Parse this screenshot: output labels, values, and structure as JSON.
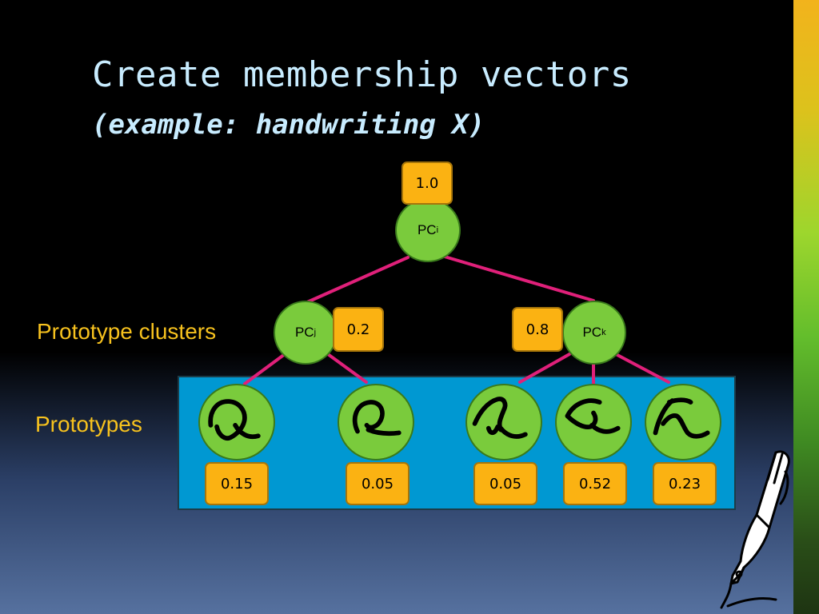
{
  "slide": {
    "title": "Create membership vectors",
    "subtitle": "(example: handwriting X)"
  },
  "labels": {
    "prototype_clusters": "Prototype clusters",
    "prototypes": "Prototypes"
  },
  "tree": {
    "root": {
      "label": "PC",
      "subscript": "i",
      "weight": "1.0"
    },
    "clusters": [
      {
        "label": "PC",
        "subscript": "j",
        "weight": "0.2"
      },
      {
        "label": "PC",
        "subscript": "k",
        "weight": "0.8"
      }
    ],
    "prototypes": [
      {
        "weight": "0.15",
        "cluster": "j"
      },
      {
        "weight": "0.05",
        "cluster": "j"
      },
      {
        "weight": "0.05",
        "cluster": "k"
      },
      {
        "weight": "0.52",
        "cluster": "k"
      },
      {
        "weight": "0.23",
        "cluster": "k"
      }
    ]
  },
  "colors": {
    "title": "#c8ecff",
    "label": "#f7c21e",
    "node_fill": "#7acb3c",
    "weight_box": "#fbb212",
    "edge": "#e0207a",
    "panel": "#0098d2"
  },
  "icons": {
    "decoration": "fountain-pen-icon"
  }
}
